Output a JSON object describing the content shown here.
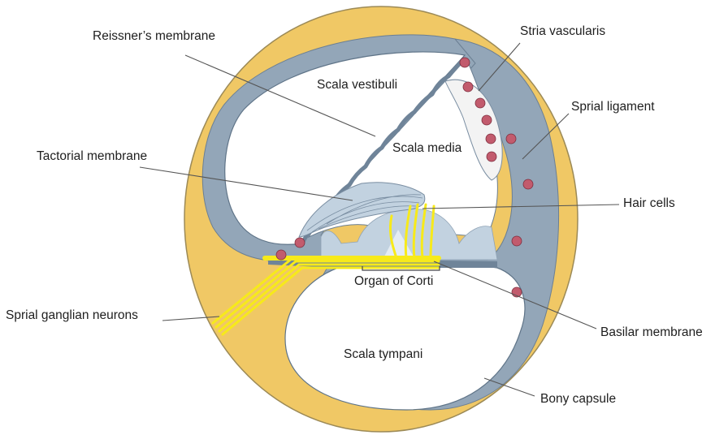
{
  "labels": {
    "reissner": "Reissner’s membrane",
    "stria": "Stria vascularis",
    "scala_vestibuli": "Scala vestibuli",
    "spiral_ligament": "Sprial ligament",
    "scala_media": "Scala media",
    "tectorial": "Tactorial membrane",
    "hair_cells": "Hair cells",
    "organ_of_corti": "Organ of Corti",
    "ganglion": "Sprial ganglian neurons",
    "basilar": "Basilar membrane",
    "scala_tympani": "Scala tympani",
    "bony_capsule": "Bony capsule"
  },
  "colors": {
    "bone": "#f0c865",
    "bone_edge": "#a08a4e",
    "tissue": "#93a6b8",
    "tissue_dark": "#6f8499",
    "tissue_light": "#c2d2e0",
    "nerve": "#f7ea1a",
    "vessel": "#c25b6d",
    "stria": "#f3f3f3"
  }
}
